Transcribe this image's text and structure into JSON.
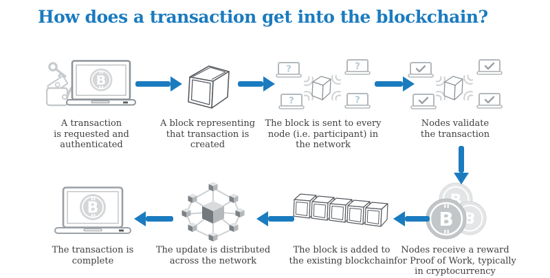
{
  "title": "How does a transaction get into the blockchain?",
  "colors": {
    "accent_blue": "#1b7bbf",
    "arrow_blue": "#1b7bbf",
    "caption_text": "#3d3d3d",
    "icon_gray": "#8e9499",
    "icon_light_gray": "#c6cacd",
    "coin_gray": "#c3c6c8",
    "question_mark_blue": "#b5c9d6"
  },
  "steps": [
    {
      "name": "transaction-requested",
      "icon": "laptop-bitcoin-wallet-key-icon",
      "caption": "A transaction\nis requested and\nauthenticated"
    },
    {
      "name": "block-created",
      "icon": "cube-block-icon",
      "caption": "A block representing\nthat transaction is\ncreated"
    },
    {
      "name": "block-sent",
      "icon": "cube-broadcast-question-laptops-icon",
      "caption": "The block is sent to every\nnode (i.e. participant) in\nthe network"
    },
    {
      "name": "nodes-validate",
      "icon": "cube-broadcast-check-laptops-icon",
      "caption": "Nodes validate\nthe transaction"
    },
    {
      "name": "nodes-reward",
      "icon": "bitcoin-coins-icon",
      "caption": "Nodes receive a reward\nfor Proof of Work, typically\nin cryptocurrency"
    },
    {
      "name": "block-added",
      "icon": "blockchain-cube-row-icon",
      "caption": "The block is added to\nthe existing blockchain"
    },
    {
      "name": "update-distributed",
      "icon": "network-nodes-cube-icon",
      "caption": "The update is distributed\nacross the network"
    },
    {
      "name": "transaction-complete",
      "icon": "laptop-bitcoin-icon",
      "caption": "The transaction is\ncomplete"
    }
  ],
  "arrows": [
    {
      "from_step": 1,
      "to_step": 2,
      "direction": "right"
    },
    {
      "from_step": 2,
      "to_step": 3,
      "direction": "right"
    },
    {
      "from_step": 3,
      "to_step": 4,
      "direction": "right"
    },
    {
      "from_step": 4,
      "to_step": 5,
      "direction": "down"
    },
    {
      "from_step": 5,
      "to_step": 6,
      "direction": "left"
    },
    {
      "from_step": 6,
      "to_step": 7,
      "direction": "left"
    },
    {
      "from_step": 7,
      "to_step": 8,
      "direction": "left"
    }
  ]
}
